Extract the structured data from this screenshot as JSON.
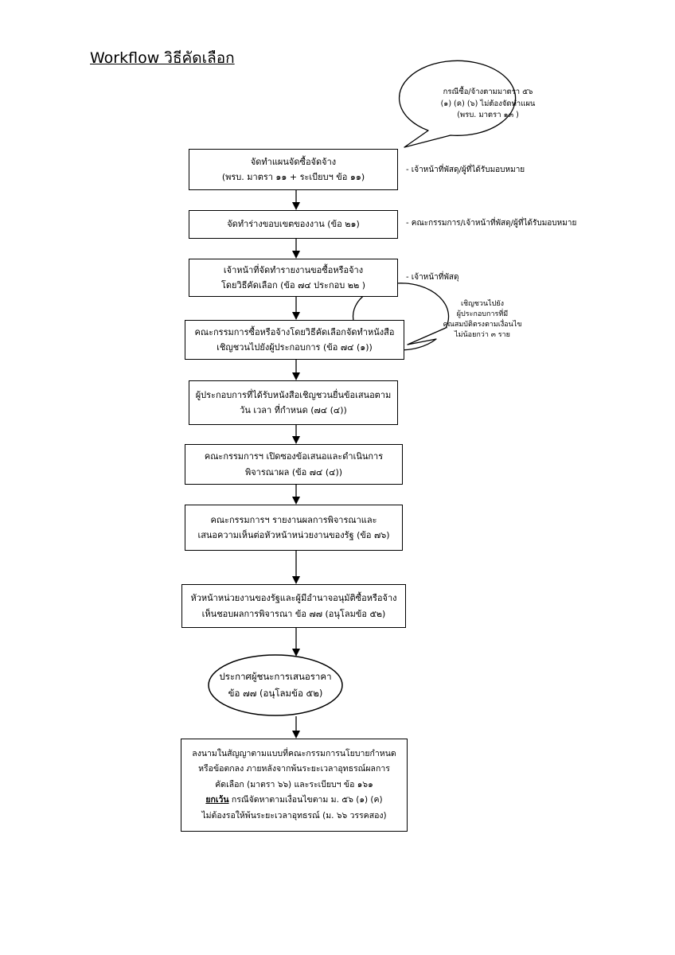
{
  "title": "Workflow วิธีคัดเลือก",
  "steps": [
    {
      "lines": [
        "จัดทำแผนจัดซื้อจัดจ้าง",
        "(พรบ. มาตรา ๑๑ + ระเบียบฯ ข้อ ๑๑)"
      ],
      "note": "- เจ้าหน้าที่พัสดุ/ผู้ที่ได้รับมอบหมาย"
    },
    {
      "lines": [
        "จัดทำร่างขอบเขตของงาน (ข้อ ๒๑)"
      ],
      "note": "- คณะกรรมการ/เจ้าหน้าที่พัสดุ/ผู้ที่ได้รับมอบหมาย"
    },
    {
      "lines": [
        "เจ้าหน้าที่จัดทำรายงานขอซื้อหรือจ้าง",
        "โดยวิธีคัดเลือก (ข้อ ๗๔ ประกอบ ๒๒ )"
      ],
      "note": "- เจ้าหน้าที่พัสดุ"
    },
    {
      "lines": [
        "คณะกรรมการซื้อหรือจ้างโดยวิธีคัดเลือกจัดทำหนังสือ",
        "เชิญชวนไปยังผู้ประกอบการ (ข้อ ๗๔ (๑))"
      ]
    },
    {
      "lines": [
        "ผู้ประกอบการที่ได้รับหนังสือเชิญชวนยื่นข้อเสนอตาม",
        "วัน เวลา ที่กำหนด (๗๔ (๔))"
      ]
    },
    {
      "lines": [
        "คณะกรรมการฯ เปิดซองข้อเสนอและดำเนินการ",
        "พิจารณาผล (ข้อ ๗๔ (๔))"
      ]
    },
    {
      "lines": [
        "คณะกรรมการฯ รายงานผลการพิจารณาและ",
        "เสนอความเห็นต่อหัวหน้าหน่วยงานของรัฐ (ข้อ ๗๖)"
      ]
    },
    {
      "lines": [
        "หัวหน้าหน่วยงานของรัฐและผู้มีอำนาจอนุมัติซื้อหรือจ้าง",
        "เห็นชอบผลการพิจารณา ข้อ ๗๗ (อนุโลมข้อ ๕๒)"
      ]
    }
  ],
  "announce": {
    "lines": [
      "ประกาศผู้ชนะการเสนอราคา",
      "ข้อ ๗๗ (อนุโลมข้อ ๕๒)"
    ]
  },
  "final": {
    "line1": "ลงนามในสัญญาตามแบบที่คณะกรรมการนโยบายกำหนด",
    "line2": "หรือข้อตกลง ภายหลังจากพ้นระยะเวลาอุทธรณ์ผลการ",
    "line3": "คัดเลือก (มาตรา ๖๖) และระเบียบฯ ข้อ ๑๖๑",
    "line4_em": "ยกเว้น",
    "line4_rest": " กรณีจัดหาตามเงื่อนไขตาม ม. ๕๖ (๑) (ค)",
    "line5": "ไม่ต้องรอให้พ้นระยะเวลาอุทธรณ์ (ม. ๖๖ วรรคสอง)"
  },
  "bubbles": [
    {
      "lines": [
        "กรณีซื้อ/จ้างตามมาตรา ๕๖",
        "(๑) (ค) (๖) ไม่ต้องจัดทำแผน",
        "(พรบ. มาตรา ๑๓ )"
      ]
    },
    {
      "lines": [
        "เชิญชวนไปยัง",
        "ผู้ประกอบการที่มี",
        "คุณสมบัติตรงตามเงื่อนไข",
        "ไม่น้อยกว่า ๓ ราย"
      ]
    }
  ]
}
